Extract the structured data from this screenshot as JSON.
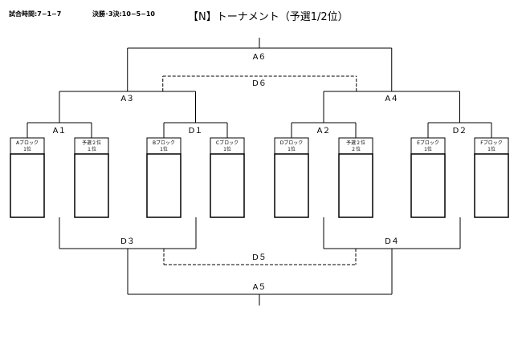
{
  "header": {
    "match_time": "試合時間:7−1−7",
    "final_note": "決勝･3決:10−5−10",
    "title": "【N】トーナメント（予選1/2位）"
  },
  "teams": [
    {
      "line1": "Aブロック",
      "line2": "1位"
    },
    {
      "line1": "予選２位",
      "line2": "１位"
    },
    {
      "line1": "Bブロック",
      "line2": "1位"
    },
    {
      "line1": "Cブロック",
      "line2": "1位"
    },
    {
      "line1": "Dブロック",
      "line2": "1位"
    },
    {
      "line1": "予選２位",
      "line2": "２位"
    },
    {
      "line1": "Eブロック",
      "line2": "1位"
    },
    {
      "line1": "Fブロック",
      "line2": "1位"
    }
  ],
  "matches": {
    "A1": "A１",
    "D1": "D１",
    "A2": "A２",
    "D2": "D２",
    "A3": "A３",
    "A4": "A４",
    "A6": "A６",
    "D6": "D６",
    "D3": "D３",
    "D4": "D４",
    "D5": "D５",
    "A5": "A５"
  }
}
